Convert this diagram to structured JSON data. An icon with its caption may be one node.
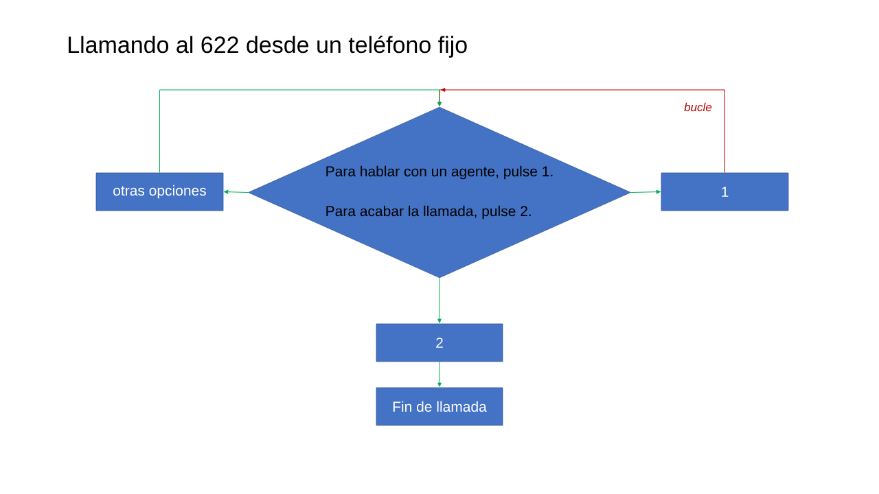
{
  "diagram": {
    "title": "Llamando al 622 desde un teléfono fijo",
    "nodes": [
      {
        "text": [
          "Para hablar con un agente, pulse 1.",
          "Para acabar la llamada, pulse 2."
        ]
      },
      {
        "text": [
          "otras opciones"
        ]
      },
      {
        "text": [
          "1"
        ]
      },
      {
        "text": [
          "2"
        ]
      },
      {
        "text": [
          "Fin de llamada"
        ]
      }
    ],
    "edges": [
      {
        "from": 0,
        "to": 1,
        "arrow": "to"
      },
      {
        "from": 0,
        "to": 2,
        "arrow": "to"
      },
      {
        "from": 0,
        "to": 3,
        "arrow": "to"
      },
      {
        "from": 3,
        "to": 4,
        "arrow": "to"
      },
      {
        "from": 1,
        "to": 0,
        "arrow": "to"
      },
      {
        "from": 2,
        "to": 0,
        "arrow": "to",
        "label": "bucle",
        "color": "#c00000"
      }
    ]
  }
}
